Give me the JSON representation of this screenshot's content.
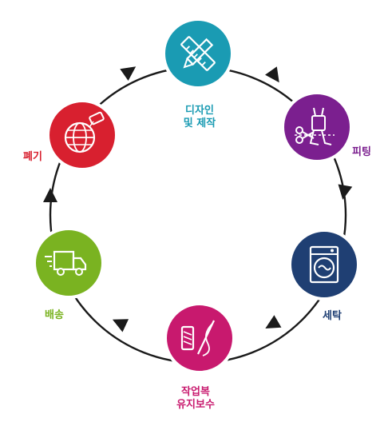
{
  "diagram": {
    "stages": [
      {
        "id": "design",
        "label_lines": [
          "디자인",
          "및 제작"
        ],
        "color": "#1a9bb3",
        "icon": "ruler-pencil-icon"
      },
      {
        "id": "fitting",
        "label_lines": [
          "피팅"
        ],
        "color": "#7b1f8f",
        "icon": "robot-scissors-icon"
      },
      {
        "id": "laundry",
        "label_lines": [
          "세탁"
        ],
        "color": "#1f3f73",
        "icon": "washing-machine-icon"
      },
      {
        "id": "repair",
        "label_lines": [
          "작업복",
          "유지보수"
        ],
        "color": "#c8196e",
        "icon": "needle-thread-icon"
      },
      {
        "id": "delivery",
        "label_lines": [
          "배송"
        ],
        "color": "#7ab321",
        "icon": "delivery-truck-icon"
      },
      {
        "id": "disposal",
        "label_lines": [
          "폐기"
        ],
        "color": "#d8202f",
        "icon": "globe-tag-icon"
      }
    ],
    "cycle_color": "#1a1a1a"
  }
}
